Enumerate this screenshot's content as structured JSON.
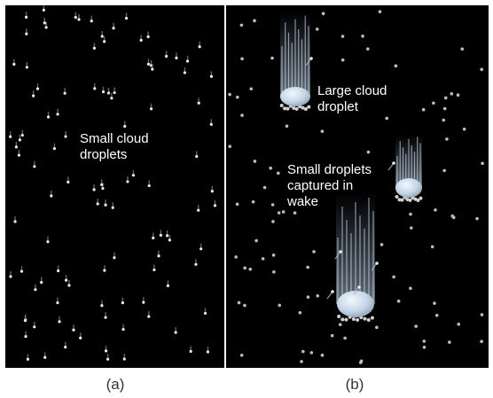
{
  "panels": {
    "a": {
      "caption": "(a)",
      "label": "Small cloud\ndroplets"
    },
    "b": {
      "caption": "(b)",
      "label_large": "Large cloud\ndroplet",
      "label_captured": "Small droplets\ncaptured in\nwake"
    }
  },
  "colors": {
    "background": "#000000",
    "droplet": "#cfe0f0",
    "small_droplet": "#c8c8c8",
    "wake": "#9fc7ee",
    "divider": "#ffffff"
  }
}
